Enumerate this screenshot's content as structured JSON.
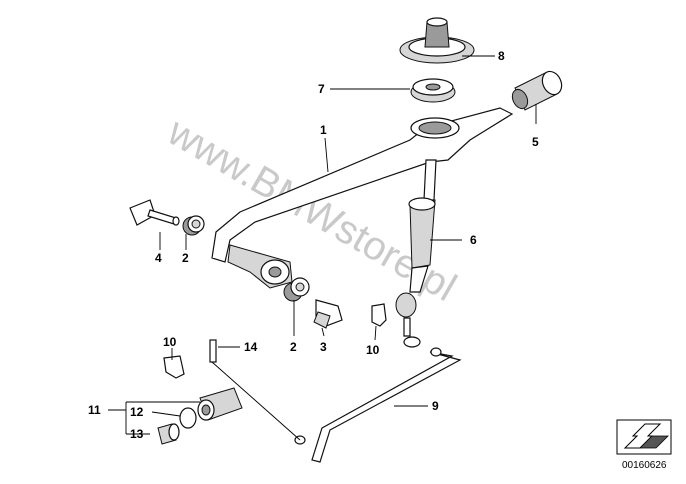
{
  "diagram": {
    "callouts": [
      {
        "id": "1",
        "label": "1"
      },
      {
        "id": "2a",
        "label": "2"
      },
      {
        "id": "2b",
        "label": "2"
      },
      {
        "id": "3",
        "label": "3"
      },
      {
        "id": "4",
        "label": "4"
      },
      {
        "id": "5",
        "label": "5"
      },
      {
        "id": "6",
        "label": "6"
      },
      {
        "id": "7",
        "label": "7"
      },
      {
        "id": "8",
        "label": "8"
      },
      {
        "id": "9",
        "label": "9"
      },
      {
        "id": "10a",
        "label": "10"
      },
      {
        "id": "10b",
        "label": "10"
      },
      {
        "id": "11",
        "label": "11"
      },
      {
        "id": "12",
        "label": "12"
      },
      {
        "id": "13",
        "label": "13"
      },
      {
        "id": "14",
        "label": "14"
      }
    ],
    "watermark": "www.BMWstore.pl",
    "reference_number": "00160626"
  }
}
